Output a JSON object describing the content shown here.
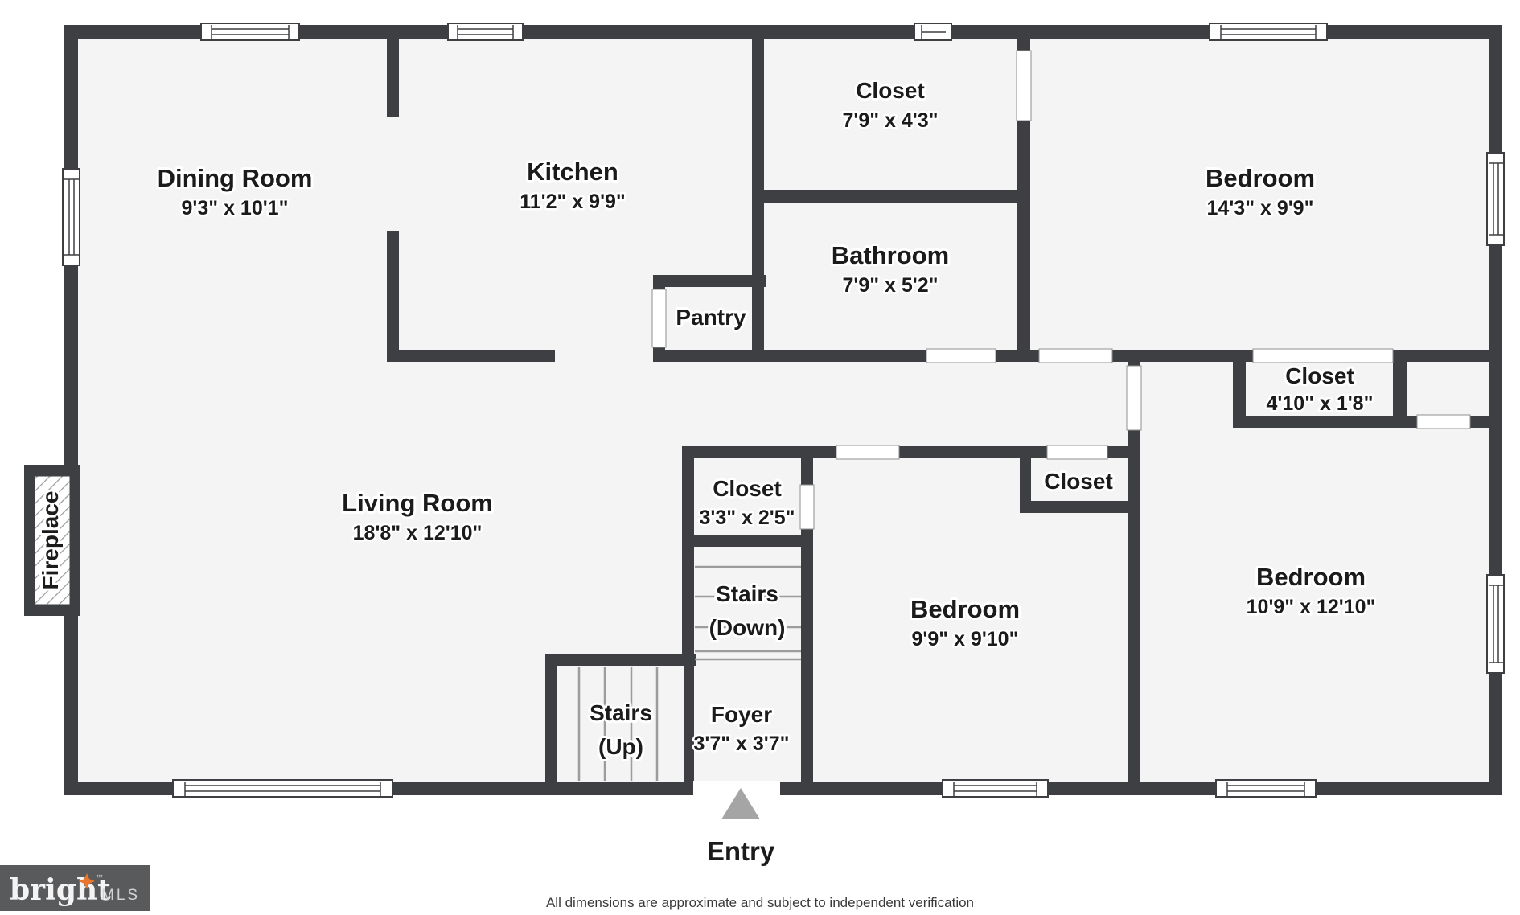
{
  "rooms": {
    "dining": {
      "name": "Dining Room",
      "dims": "9'3\" x 10'1\""
    },
    "kitchen": {
      "name": "Kitchen",
      "dims": "11'2\" x 9'9\""
    },
    "closet_top": {
      "name": "Closet",
      "dims": "7'9\" x 4'3\""
    },
    "bathroom": {
      "name": "Bathroom",
      "dims": "7'9\" x 5'2\""
    },
    "bedroom_top": {
      "name": "Bedroom",
      "dims": "14'3\" x 9'9\""
    },
    "pantry": {
      "name": "Pantry"
    },
    "living": {
      "name": "Living Room",
      "dims": "18'8\" x 12'10\""
    },
    "closet_mid": {
      "name": "Closet",
      "dims": "3'3\" x 2'5\""
    },
    "stairs_down": {
      "line1": "Stairs",
      "line2": "(Down)"
    },
    "stairs_up": {
      "line1": "Stairs",
      "line2": "(Up)"
    },
    "foyer": {
      "name": "Foyer",
      "dims": "3'7\" x 3'7\""
    },
    "bedroom_mid": {
      "name": "Bedroom",
      "dims": "9'9\" x 9'10\""
    },
    "closet_hall": {
      "name": "Closet"
    },
    "closet_right": {
      "name": "Closet",
      "dims": "4'10\" x 1'8\""
    },
    "bedroom_right": {
      "name": "Bedroom",
      "dims": "10'9\" x 12'10\""
    },
    "fireplace": {
      "name": "Fireplace"
    }
  },
  "entry": {
    "label": "Entry"
  },
  "footer": {
    "disclaimer": "All dimensions are approximate and subject to independent verification",
    "logo": {
      "brand": "bright",
      "tm": "™",
      "suffix": "MLS"
    }
  },
  "colors": {
    "wall": "#3e3f42",
    "floor": "#f4f4f4",
    "accent_orange": "#e8762d",
    "logo_bg": "#595a5c"
  }
}
